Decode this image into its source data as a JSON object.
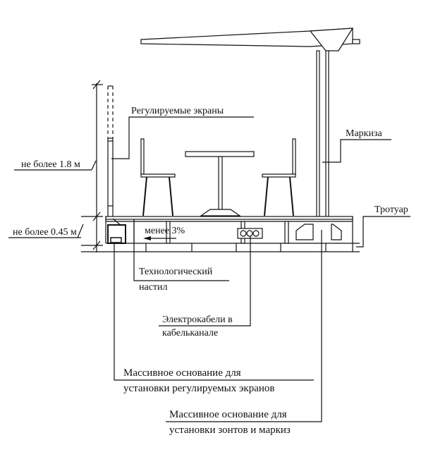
{
  "labels": {
    "screens": "Регулируемые экраны",
    "max_height_screen": "не более 1.8 м",
    "max_height_deck": "не более 0.45 м",
    "awning": "Маркиза",
    "sidewalk": "Тротуар",
    "slope": "менее 3%",
    "deck_line1": "Технологический",
    "deck_line2": "настил",
    "cables_line1": "Электрокабели в",
    "cables_line2": "кабельканале",
    "screen_base_line1": "Массивное основание для",
    "screen_base_line2": "установки регулируемых экранов",
    "awning_base_line1": "Массивное основание для",
    "awning_base_line2": "установки зонтов и маркиз"
  },
  "colors": {
    "line": "#111111",
    "background": "#ffffff"
  }
}
